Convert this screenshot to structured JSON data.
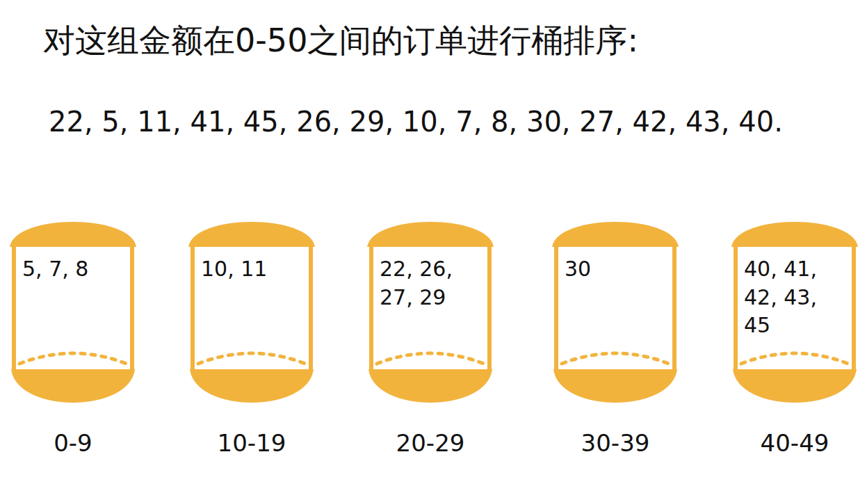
{
  "diagram": {
    "title": "对这组金额在0-50之间的订单进行桶排序:",
    "nodes": [
      {
        "text": [
          "5, 7, 8",
          "0-9"
        ]
      },
      {
        "text": [
          "10, 11",
          "10-19"
        ]
      },
      {
        "text": [
          "22, 26, 27, 29",
          "20-29"
        ]
      },
      {
        "text": [
          "30",
          "30-39"
        ]
      },
      {
        "text": [
          "40, 41, 42, 43, 45",
          "40-49"
        ]
      }
    ],
    "labels": [
      "22, 5, 11, 41, 45, 26, 29, 10, 7, 8, 30, 27, 42, 43, 40."
    ]
  }
}
